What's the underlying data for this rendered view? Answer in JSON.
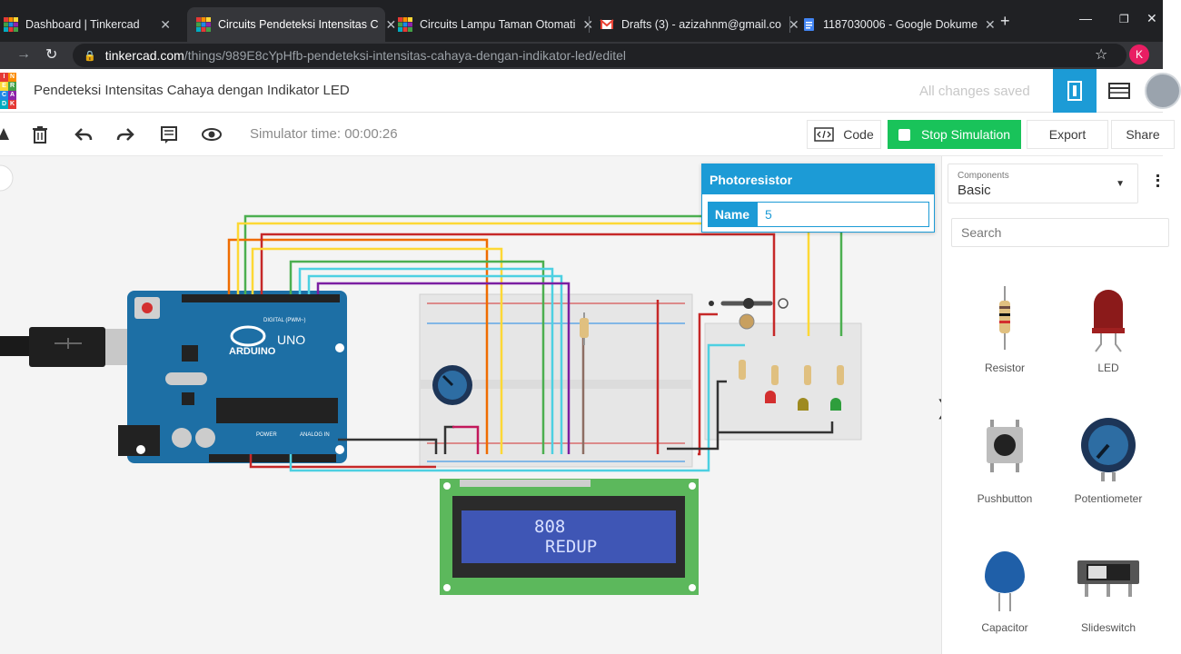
{
  "browser": {
    "tabs": [
      {
        "title": "Dashboard | Tinkercad",
        "favicon": "tinkercad-favicon"
      },
      {
        "title": "Circuits Pendeteksi Intensitas C",
        "favicon": "tinkercad-favicon",
        "active": true
      },
      {
        "title": "Circuits Lampu Taman Otomati",
        "favicon": "tinkercad-favicon"
      },
      {
        "title": "Drafts (3) - azizahnm@gmail.co",
        "favicon": "gmail-favicon"
      },
      {
        "title": "1187030006 - Google Dokume",
        "favicon": "docs-favicon"
      }
    ],
    "new_tab": "+",
    "url_host": "tinkercad.com",
    "url_path": "/things/989E8cYpHfb-pendeteksi-intensitas-cahaya-dengan-indikator-led/editel",
    "profile_initial": "K"
  },
  "app": {
    "logo_letters": [
      "T",
      "I",
      "N",
      "K",
      "E",
      "R",
      "C",
      "A",
      "D"
    ],
    "project_title": "Pendeteksi Intensitas Cahaya dengan Indikator LED",
    "save_status": "All changes saved"
  },
  "toolbar": {
    "simulator_time": "Simulator time: 00:00:26",
    "code_label": "Code",
    "stop_label": "Stop Simulation",
    "export_label": "Export",
    "share_label": "Share"
  },
  "inspector": {
    "title": "Photoresistor",
    "name_label": "Name",
    "name_value": "5"
  },
  "lcd": {
    "line1": "808",
    "line2": "REDUP"
  },
  "board": {
    "brand": "ARDUINO",
    "model": "UNO",
    "digital_label": "DIGITAL (PWM~)",
    "power_label": "POWER",
    "analog_label": "ANALOG IN"
  },
  "panel": {
    "components_label": "Components",
    "components_value": "Basic",
    "search_placeholder": "Search",
    "items": [
      {
        "name": "Resistor"
      },
      {
        "name": "LED"
      },
      {
        "name": "Pushbutton"
      },
      {
        "name": "Potentiometer"
      },
      {
        "name": "Capacitor"
      },
      {
        "name": "Slideswitch"
      }
    ]
  },
  "colors": {
    "accent": "#1c9bd6",
    "stop_green": "#19c35a",
    "arduino_blue": "#1d6fa5",
    "lcd_green": "#5cb85c",
    "lcd_screen": "#3f56b5"
  }
}
